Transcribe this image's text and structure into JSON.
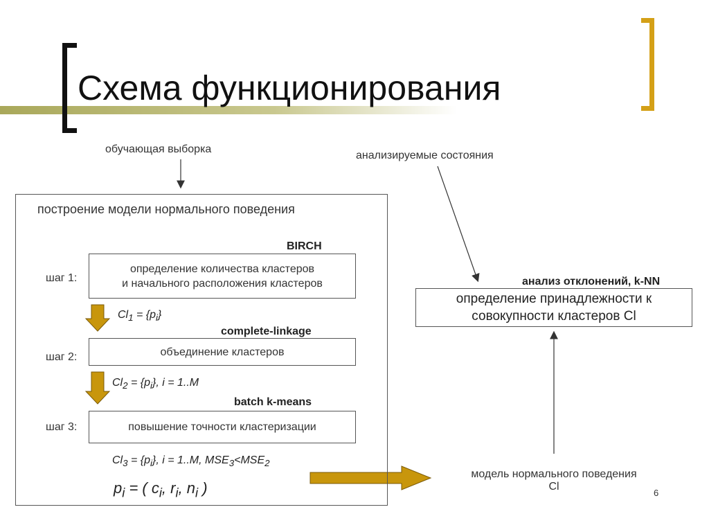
{
  "title": "Схема функционирования",
  "labels": {
    "training_sample": "обучающая выборка",
    "analyzed_states": "анализируемые состояния",
    "model_build": "построение модели нормального поведения",
    "normal_model_line1": "модель нормального поведения",
    "normal_model_line2": "Cl",
    "page_number": "6"
  },
  "steps": [
    {
      "label": "шаг 1:",
      "algo": "BIRCH",
      "line1": "определение количества кластеров",
      "line2": "и начального расположения кластеров"
    },
    {
      "label": "шаг 2:",
      "algo": "complete-linkage",
      "line1": "объединение кластеров"
    },
    {
      "label": "шаг 3:",
      "algo": "batch k-means",
      "line1": "повышение точности кластеризации"
    }
  ],
  "formulas": {
    "cl1": {
      "a": "Cl",
      "sub1": "1",
      "b": " = {p",
      "sub2": "i",
      "c": "}"
    },
    "cl2": {
      "a": "Cl",
      "sub1": "2",
      "b": " = {p",
      "sub2": "i",
      "c": "}, i = 1..M"
    },
    "cl3": {
      "a": "Cl",
      "sub1": "3",
      "b": " = {p",
      "sub2": "i",
      "c": "}, i = 1..M, MSE",
      "sub3": "3",
      "d": "<MSE",
      "sub4": "2"
    },
    "pi": {
      "p": "p",
      "pi_sub": "i",
      "eq": " = ( c",
      "c_sub": "i",
      "comma1": ", r",
      "r_sub": "i",
      "comma2": ", n",
      "n_sub": "i",
      "end": " )"
    }
  },
  "deviation": {
    "algo": "анализ отклонений, k-NN",
    "line1": "определение принадлежности к",
    "line2": "совокупности кластеров Cl"
  },
  "colors": {
    "accent_gold": "#d4a017",
    "arrow_fill": "#c8960c",
    "olive_bar": "#a9a85a"
  }
}
